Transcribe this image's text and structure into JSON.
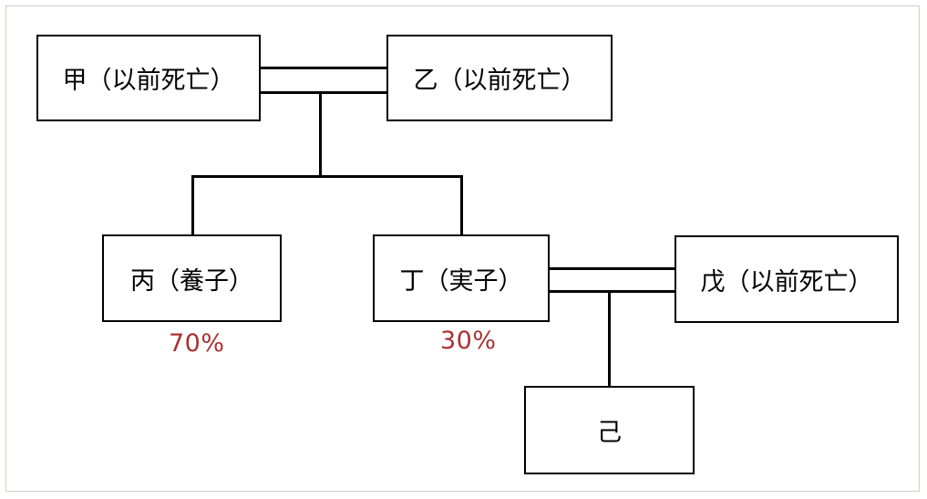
{
  "colors": {
    "percent_text": "#a83232",
    "box_border": "#000000",
    "frame_border": "#cfcfc4"
  },
  "persons": {
    "jia": "甲（以前死亡）",
    "yi": "乙（以前死亡）",
    "bing": "丙（養子）",
    "ding": "丁（実子）",
    "wu": "戊（以前死亡）",
    "ji": "己"
  },
  "shares": {
    "bing": "70%",
    "ding": "30%"
  }
}
